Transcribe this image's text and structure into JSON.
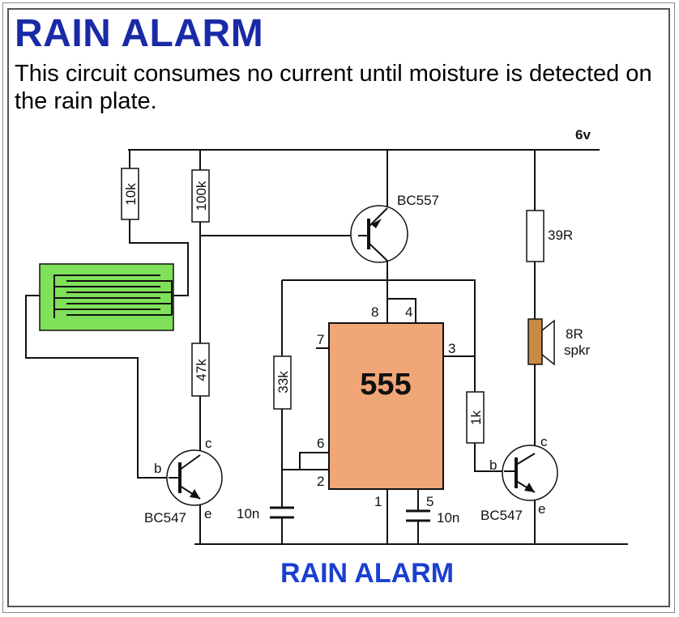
{
  "header": {
    "title": "RAIN ALARM",
    "description": "This circuit consumes no current until moisture is detected on the rain plate."
  },
  "diagram": {
    "supply_label": "6v",
    "resistors": {
      "r_10k": "10k",
      "r_100k": "100k",
      "r_47k": "47k",
      "r_33k": "33k",
      "r_1k": "1k",
      "r_39r": "39R"
    },
    "transistors": {
      "q_top": "BC557",
      "q_left": "BC547",
      "q_right": "BC547",
      "pin_b": "b",
      "pin_c": "c",
      "pin_e": "e"
    },
    "speaker": {
      "line1": "8R",
      "line2": "spkr"
    },
    "chip": {
      "label": "555",
      "pins": {
        "p1": "1",
        "p2": "2",
        "p3": "3",
        "p4": "4",
        "p5": "5",
        "p6": "6",
        "p7": "7",
        "p8": "8"
      }
    },
    "capacitors": {
      "c_left": "10n",
      "c_right": "10n"
    },
    "caption": "RAIN ALARM",
    "colors": {
      "plate": "#7fe05a",
      "chip": "#f0a676",
      "speaker": "#c98a45",
      "caption": "#1a3fd0",
      "title": "#1a2aa6"
    }
  }
}
